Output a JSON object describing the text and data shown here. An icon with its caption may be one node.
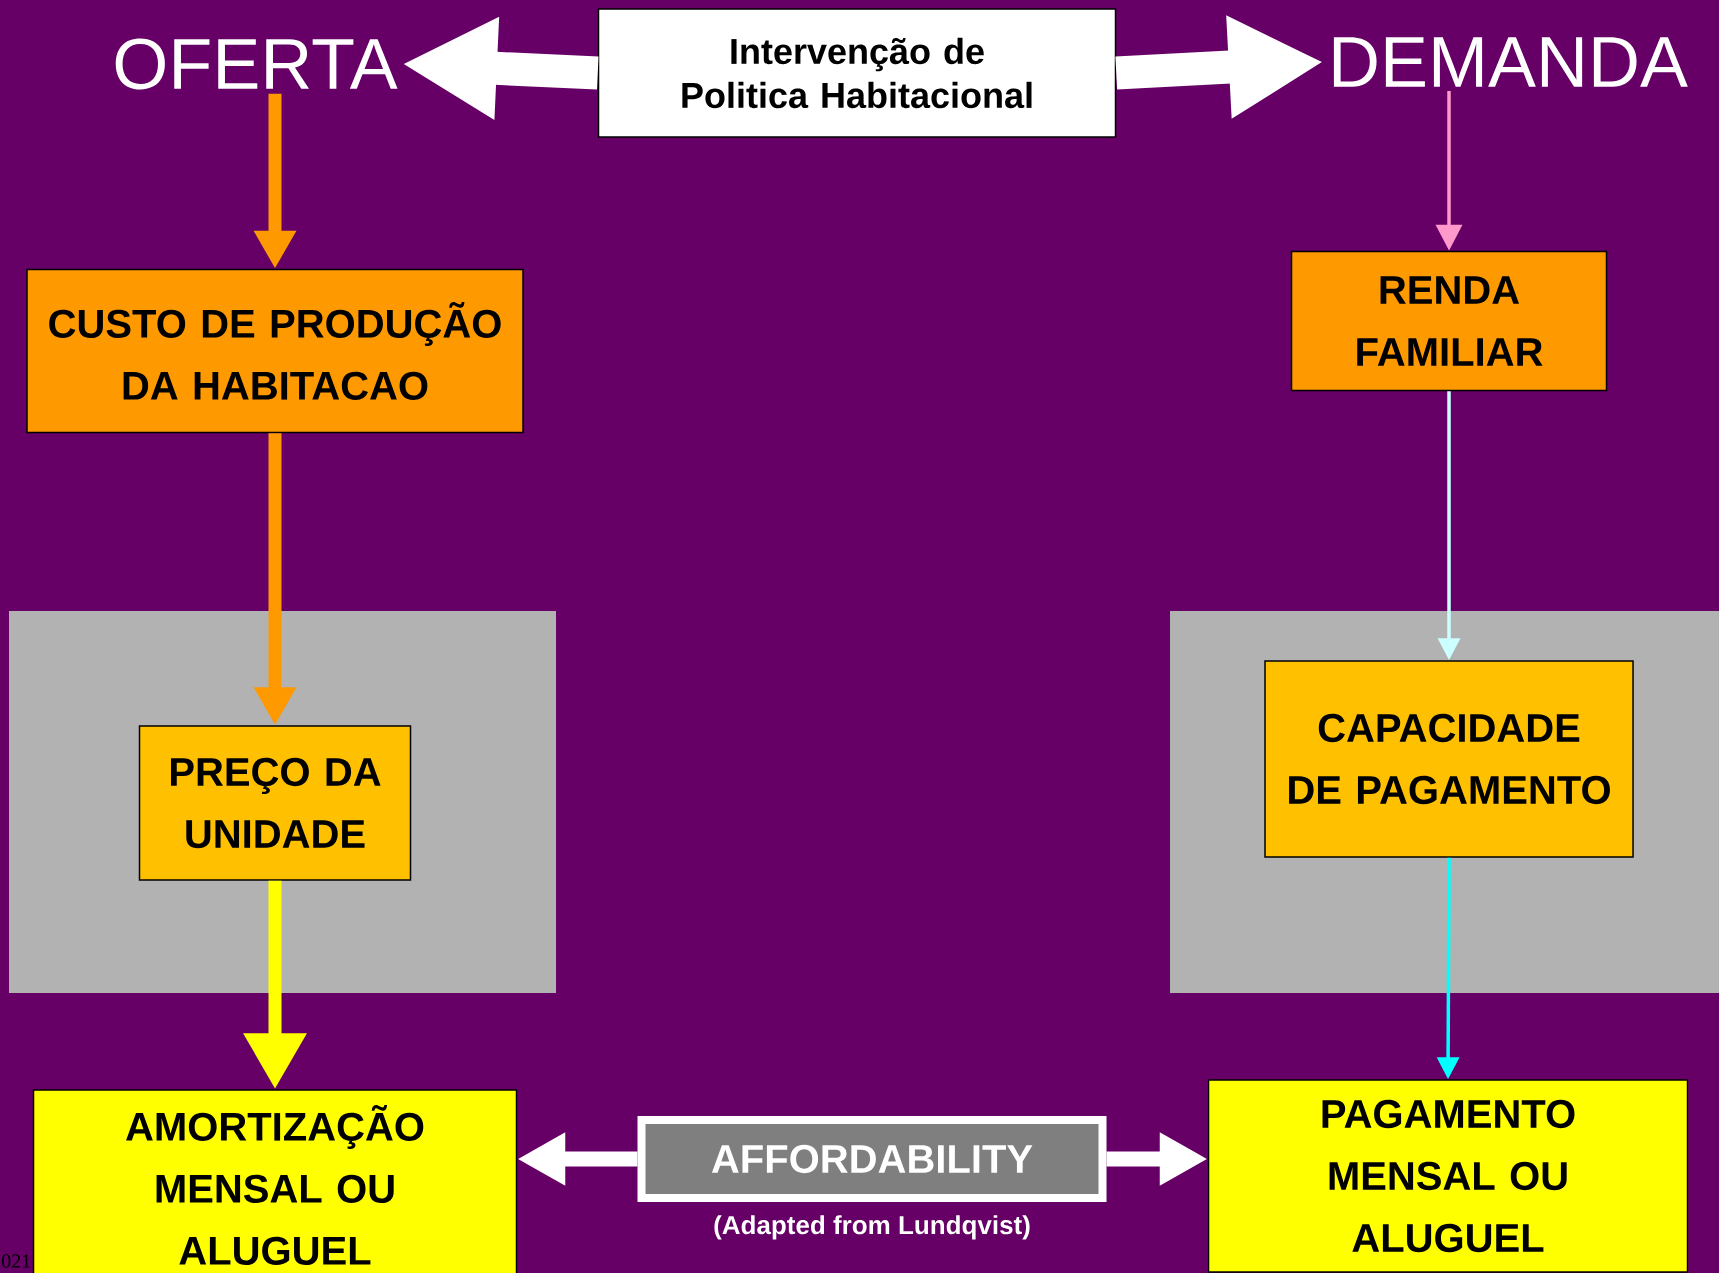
{
  "diagram": {
    "nodes": [
      {
        "text": [
          "OFERTA"
        ]
      },
      {
        "text": [
          "Intervenção de Politica Habitacional"
        ]
      },
      {
        "text": [
          "DEMANDA"
        ]
      },
      {
        "text": [
          "CUSTO DE PRODUÇÃO DA HABITACAO"
        ]
      },
      {
        "text": [
          "RENDA FAMILIAR"
        ]
      },
      {
        "text": [
          "PREÇO DA UNIDADE"
        ]
      },
      {
        "text": [
          "CAPACIDADE DE PAGAMENTO"
        ]
      },
      {
        "text": [
          "AMORTIZAÇÃO MENSAL OU ALUGUEL"
        ],
        "beside": [
          "021"
        ]
      },
      {
        "text": [
          "AFFORDABILITY"
        ],
        "beside": [
          "(Adapted from Lundqvist)"
        ]
      },
      {
        "text": [
          "PAGAMENTO MENSAL OU ALUGUEL"
        ]
      }
    ],
    "edges": [
      {
        "from": 1,
        "to": 0,
        "arrow": "to",
        "style": "thick"
      },
      {
        "from": 1,
        "to": 2,
        "arrow": "to",
        "style": "thick"
      },
      {
        "from": 0,
        "to": 3,
        "arrow": "to",
        "color": "#ff9900"
      },
      {
        "from": 3,
        "to": 5,
        "arrow": "to",
        "color": "#ff9900"
      },
      {
        "from": 5,
        "to": 7,
        "arrow": "to",
        "color": "#ffff00"
      },
      {
        "from": 2,
        "to": 4,
        "arrow": "to",
        "color": "#ff99cc"
      },
      {
        "from": 4,
        "to": 6,
        "arrow": "to",
        "color": "#ccffff"
      },
      {
        "from": 6,
        "to": 9,
        "arrow": "to",
        "color": "#00ffff"
      },
      {
        "from": 8,
        "to": 7,
        "arrow": "to"
      },
      {
        "from": 8,
        "to": 9,
        "arrow": "to"
      }
    ]
  }
}
